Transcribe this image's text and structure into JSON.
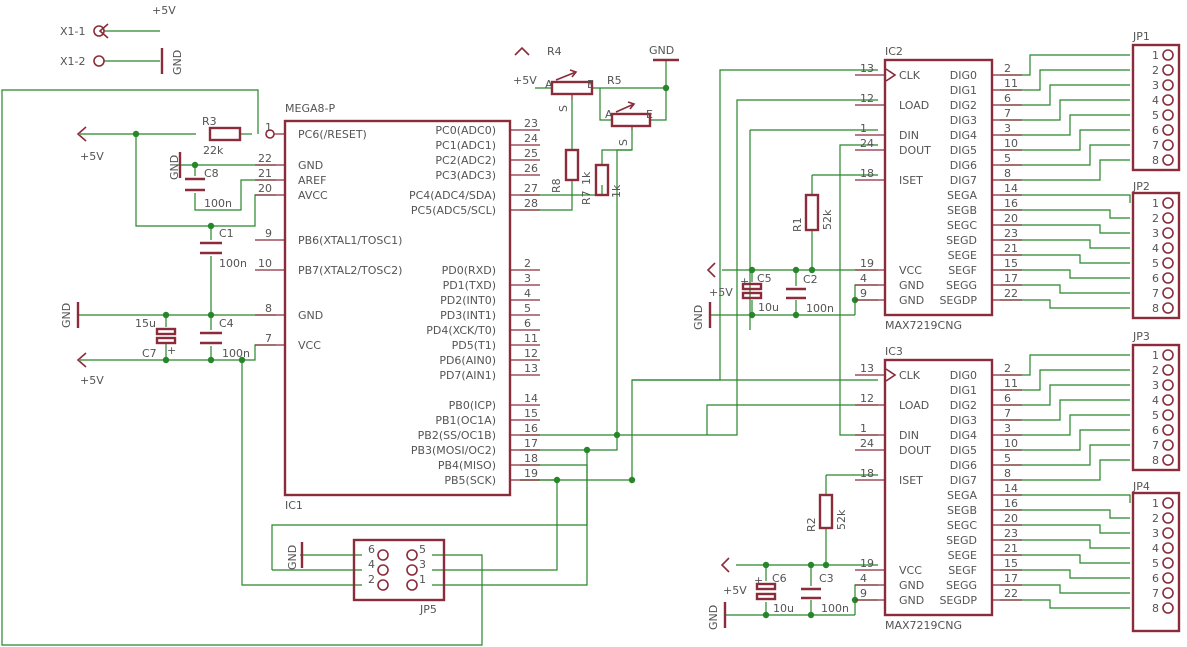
{
  "mcu": {
    "name": "MEGA8-P",
    "ref": "IC1",
    "left_pins": [
      {
        "num": "1",
        "name": "PC6(/RESET)"
      },
      {
        "num": "22",
        "name": "GND"
      },
      {
        "num": "21",
        "name": "AREF"
      },
      {
        "num": "20",
        "name": "AVCC"
      },
      {
        "num": "9",
        "name": "PB6(XTAL1/TOSC1)"
      },
      {
        "num": "10",
        "name": "PB7(XTAL2/TOSC2)"
      },
      {
        "num": "8",
        "name": "GND"
      },
      {
        "num": "7",
        "name": "VCC"
      }
    ],
    "right_pins": [
      {
        "num": "23",
        "name": "PC0(ADC0)"
      },
      {
        "num": "24",
        "name": "PC1(ADC1)"
      },
      {
        "num": "25",
        "name": "PC2(ADC2)"
      },
      {
        "num": "26",
        "name": "PC3(ADC3)"
      },
      {
        "num": "27",
        "name": "PC4(ADC4/SDA)"
      },
      {
        "num": "28",
        "name": "PC5(ADC5/SCL)"
      },
      {
        "num": "2",
        "name": "PD0(RXD)"
      },
      {
        "num": "3",
        "name": "PD1(TXD)"
      },
      {
        "num": "4",
        "name": "PD2(INT0)"
      },
      {
        "num": "5",
        "name": "PD3(INT1)"
      },
      {
        "num": "6",
        "name": "PD4(XCK/T0)"
      },
      {
        "num": "11",
        "name": "PD5(T1)"
      },
      {
        "num": "12",
        "name": "PD6(AIN0)"
      },
      {
        "num": "13",
        "name": "PD7(AIN1)"
      },
      {
        "num": "14",
        "name": "PB0(ICP)"
      },
      {
        "num": "15",
        "name": "PB1(OC1A)"
      },
      {
        "num": "16",
        "name": "PB2(SS/OC1B)"
      },
      {
        "num": "17",
        "name": "PB3(MOSI/OC2)"
      },
      {
        "num": "18",
        "name": "PB4(MISO)"
      },
      {
        "num": "19",
        "name": "PB5(SCK)"
      }
    ]
  },
  "drivers": [
    {
      "ref": "IC2",
      "part": "MAX7219CNG"
    },
    {
      "ref": "IC3",
      "part": "MAX7219CNG"
    }
  ],
  "driver_left_pins": [
    {
      "num": "13",
      "name": "CLK"
    },
    {
      "num": "12",
      "name": "LOAD"
    },
    {
      "num": "1",
      "name": "DIN"
    },
    {
      "num": "24",
      "name": "DOUT"
    },
    {
      "num": "18",
      "name": "ISET"
    },
    {
      "num": "19",
      "name": "VCC"
    },
    {
      "num": "4",
      "name": "GND"
    },
    {
      "num": "9",
      "name": "GND"
    }
  ],
  "driver_right_pins": [
    {
      "num": "2",
      "name": "DIG0"
    },
    {
      "num": "11",
      "name": "DIG1"
    },
    {
      "num": "6",
      "name": "DIG2"
    },
    {
      "num": "7",
      "name": "DIG3"
    },
    {
      "num": "3",
      "name": "DIG4"
    },
    {
      "num": "10",
      "name": "DIG5"
    },
    {
      "num": "5",
      "name": "DIG6"
    },
    {
      "num": "8",
      "name": "DIG7"
    },
    {
      "num": "14",
      "name": "SEGA"
    },
    {
      "num": "16",
      "name": "SEGB"
    },
    {
      "num": "20",
      "name": "SEGC"
    },
    {
      "num": "23",
      "name": "SEGD"
    },
    {
      "num": "21",
      "name": "SEGE"
    },
    {
      "num": "15",
      "name": "SEGF"
    },
    {
      "num": "17",
      "name": "SEGG"
    },
    {
      "num": "22",
      "name": "SEGDP"
    }
  ],
  "headers": [
    "JP1",
    "JP2",
    "JP3",
    "JP4"
  ],
  "header_pins": [
    "1",
    "2",
    "3",
    "4",
    "5",
    "6",
    "7",
    "8"
  ],
  "isp": {
    "ref": "JP5",
    "pins": [
      "6",
      "5",
      "4",
      "3",
      "2",
      "1"
    ]
  },
  "resistors": {
    "r1": {
      "ref": "R1",
      "value": "52k"
    },
    "r2": {
      "ref": "R2",
      "value": "52k"
    },
    "r3": {
      "ref": "R3",
      "value": "22k"
    },
    "r7": {
      "ref": "R7",
      "value": "1k"
    },
    "r8": {
      "ref": "R8",
      "value": "1k"
    }
  },
  "pots": {
    "r4": {
      "ref": "R4",
      "a": "A",
      "e": "E",
      "s": "S"
    },
    "r5": {
      "ref": "R5",
      "a": "A",
      "e": "E",
      "s": "S"
    }
  },
  "capacitors": {
    "c1": {
      "ref": "C1",
      "value": "100n"
    },
    "c2": {
      "ref": "C2",
      "value": "100n"
    },
    "c3": {
      "ref": "C3",
      "value": "100n"
    },
    "c4": {
      "ref": "C4",
      "value": "100n"
    },
    "c5": {
      "ref": "C5",
      "value": "10u"
    },
    "c6": {
      "ref": "C6",
      "value": "10u"
    },
    "c7": {
      "ref": "C7",
      "value": "15u"
    },
    "c8": {
      "ref": "C8",
      "value": "100n"
    }
  },
  "connectors": {
    "x1_1": "X1-1",
    "x1_2": "X1-2"
  },
  "power": {
    "vcc": "+5V",
    "gnd": "GND",
    "plus": "+"
  },
  "colors": {
    "component": "#8b2c3a",
    "wire": "#27862a",
    "text": "#545454",
    "background": "#ffffff"
  }
}
